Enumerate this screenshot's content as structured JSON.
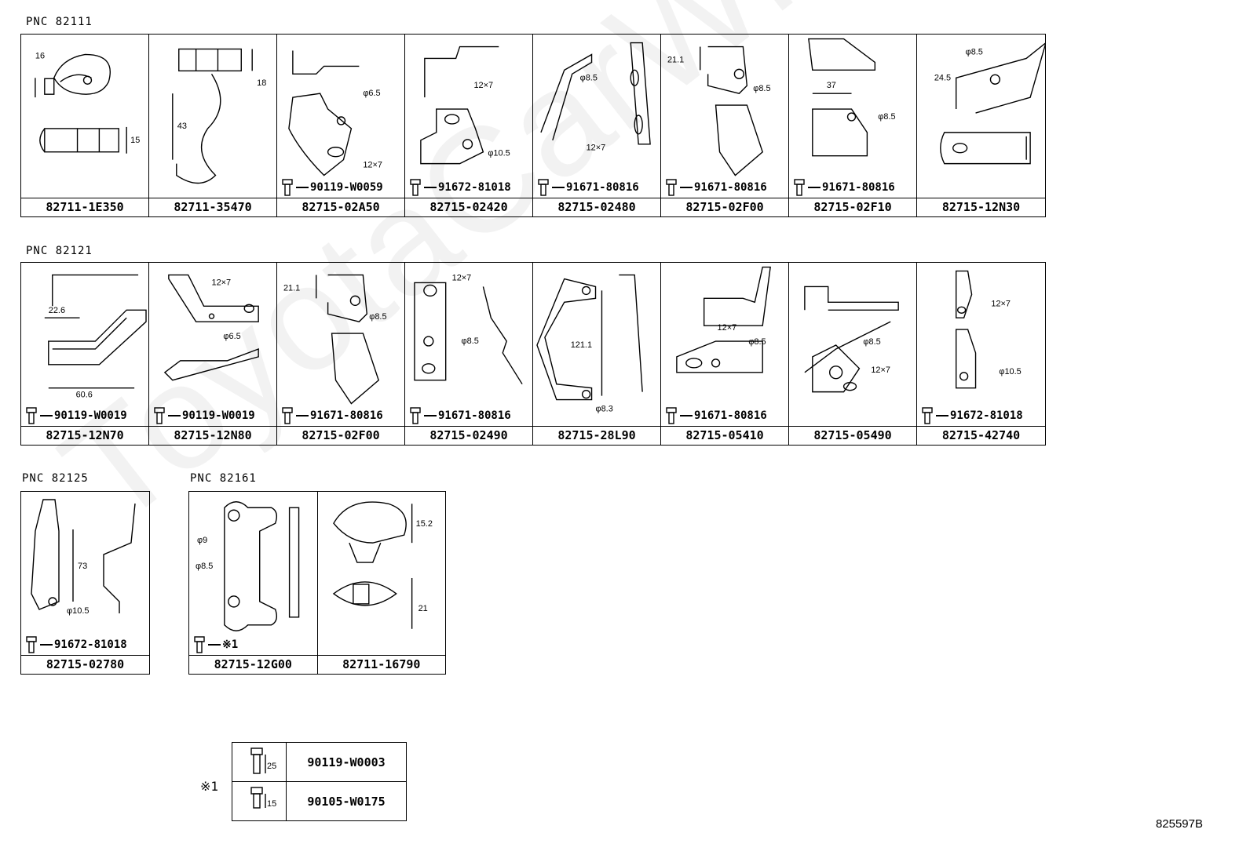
{
  "watermark": "ToyotaCarWine.ru",
  "drawing_code": "825597B",
  "groups": [
    {
      "pnc": "PNC 82111",
      "cells": [
        {
          "part": "82711-1E350",
          "bolt": ""
        },
        {
          "part": "82711-35470",
          "bolt": ""
        },
        {
          "part": "82715-02A50",
          "bolt": "90119-W0059"
        },
        {
          "part": "82715-02420",
          "bolt": "91672-81018"
        },
        {
          "part": "82715-02480",
          "bolt": "91671-80816"
        },
        {
          "part": "82715-02F00",
          "bolt": "91671-80816"
        },
        {
          "part": "82715-02F10",
          "bolt": "91671-80816"
        },
        {
          "part": "82715-12N30",
          "bolt": ""
        }
      ]
    },
    {
      "pnc": "PNC 82121",
      "cells": [
        {
          "part": "82715-12N70",
          "bolt": "90119-W0019"
        },
        {
          "part": "82715-12N80",
          "bolt": "90119-W0019"
        },
        {
          "part": "82715-02F00",
          "bolt": "91671-80816"
        },
        {
          "part": "82715-02490",
          "bolt": "91671-80816"
        },
        {
          "part": "82715-28L90",
          "bolt": ""
        },
        {
          "part": "82715-05410",
          "bolt": "91671-80816"
        },
        {
          "part": "82715-05490",
          "bolt": ""
        },
        {
          "part": "82715-42740",
          "bolt": "91672-81018"
        }
      ]
    },
    {
      "pnc": "PNC 82125",
      "cells": [
        {
          "part": "82715-02780",
          "bolt": "91672-81018"
        }
      ]
    },
    {
      "pnc": "PNC 82161",
      "cells": [
        {
          "part": "82715-12G00",
          "bolt": "※1"
        },
        {
          "part": "82711-16790",
          "bolt": ""
        }
      ]
    }
  ],
  "dims": {
    "c0": [
      "16",
      "15"
    ],
    "c1": [
      "18",
      "43"
    ],
    "c2": [
      "φ6.5",
      "12×7"
    ],
    "c3": [
      "12×7",
      "φ10.5"
    ],
    "c4": [
      "φ8.5",
      "12×7"
    ],
    "c5": [
      "21.1",
      "φ8.5"
    ],
    "c6": [
      "37",
      "φ8.5"
    ],
    "c7": [
      "φ8.5",
      "24.5"
    ],
    "d0": [
      "22.6",
      "60.6"
    ],
    "d1": [
      "12×7",
      "φ6.5"
    ],
    "d2": [
      "21.1",
      "φ8.5"
    ],
    "d3": [
      "12×7",
      "φ8.5"
    ],
    "d4": [
      "121.1",
      "φ8.3"
    ],
    "d5": [
      "12×7",
      "φ8.5"
    ],
    "d6": [
      "φ8.5",
      "12×7"
    ],
    "d7": [
      "12×7",
      "φ10.5"
    ],
    "e0": [
      "73",
      "φ10.5"
    ],
    "f0": [
      "φ9",
      "φ8.5"
    ],
    "f1": [
      "15.2",
      "21"
    ]
  },
  "legend": {
    "mark": "※1",
    "rows": [
      {
        "length": "25",
        "part": "90119-W0003"
      },
      {
        "length": "15",
        "part": "90105-W0175"
      }
    ]
  }
}
